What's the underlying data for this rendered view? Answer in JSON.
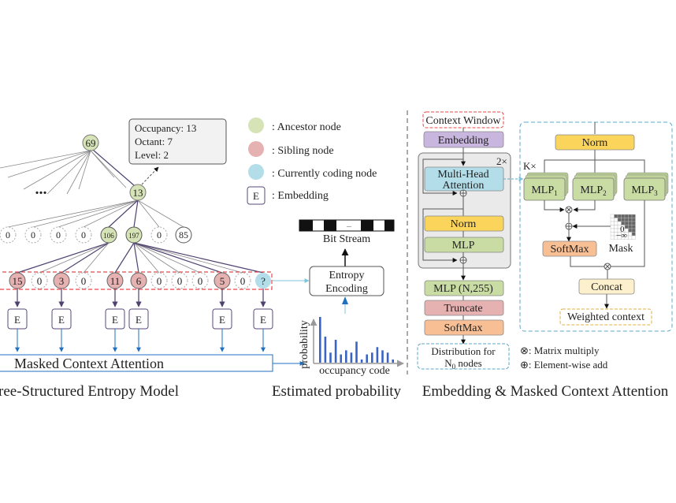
{
  "tree": {
    "root": "69",
    "ellipsis": "...",
    "level2_node": "13",
    "info_box": [
      "Occupancy: 13",
      "Octant: 7",
      "Level: 2"
    ],
    "level3_nodes": [
      {
        "label": "0",
        "type": "empty"
      },
      {
        "label": "0",
        "type": "empty"
      },
      {
        "label": "0",
        "type": "empty"
      },
      {
        "label": "0",
        "type": "empty"
      },
      {
        "label": "106",
        "type": "ancestor"
      },
      {
        "label": "197",
        "type": "ancestor"
      },
      {
        "label": "0",
        "type": "empty"
      },
      {
        "label": "85",
        "type": "plain"
      }
    ],
    "level4_nodes": [
      {
        "label": "15",
        "type": "sibling"
      },
      {
        "label": "0",
        "type": "empty"
      },
      {
        "label": "3",
        "type": "sibling"
      },
      {
        "label": "0",
        "type": "empty"
      },
      {
        "label": "11",
        "type": "sibling"
      },
      {
        "label": "6",
        "type": "sibling"
      },
      {
        "label": "0",
        "type": "empty"
      },
      {
        "label": "0",
        "type": "empty"
      },
      {
        "label": "0",
        "type": "empty"
      },
      {
        "label": "5",
        "type": "sibling"
      },
      {
        "label": "0",
        "type": "empty"
      },
      {
        "label": "?",
        "type": "current"
      }
    ],
    "embedding_label": "E",
    "attention_label": "Masked Context Attention",
    "caption": "ree-Structured Entropy Model"
  },
  "legend": {
    "items": [
      {
        "label": ": Ancestor node",
        "color": "#d5e3b6"
      },
      {
        "label": ": Sibling node",
        "color": "#e6b1b1"
      },
      {
        "label": ": Currently coding node",
        "color": "#b3dde9"
      },
      {
        "label": ": Embedding",
        "symbol": "E"
      }
    ]
  },
  "middle": {
    "bitstream_label": "Bit Stream",
    "bitstream_ellipsis": "...",
    "entropy_encoding": [
      "Entropy",
      "Encoding"
    ],
    "y_label": "probability",
    "x_label": "occupancy code",
    "caption": "Estimated probability"
  },
  "chart_data": {
    "type": "bar",
    "title": "",
    "xlabel": "occupancy code",
    "ylabel": "probability",
    "values": [
      1.0,
      0.57,
      0.22,
      0.5,
      0.18,
      0.27,
      0.22,
      0.46,
      0.07,
      0.18,
      0.22,
      0.34,
      0.27,
      0.22,
      0.07
    ],
    "ylim": [
      0,
      1.1
    ]
  },
  "transformer": {
    "context_window": "Context Window",
    "embedding": "Embedding",
    "repeat": "2×",
    "mha": [
      "Multi-Head",
      "Attention"
    ],
    "norm": "Norm",
    "mlp": "MLP",
    "mlp_out": "MLP (N,255)",
    "truncate": "Truncate",
    "softmax": "SoftMax",
    "distribution": [
      "Distribution for",
      "N",
      "0",
      " nodes"
    ],
    "colors": {
      "context": "#e8474a",
      "embedding": "#c9b6de",
      "mha": "#b3dde9",
      "norm": "#fbd45c",
      "mlp": "#c8dca3",
      "truncate": "#e6b1b1",
      "softmax": "#f8bf94",
      "dist": "#5aa9c9"
    }
  },
  "attention_detail": {
    "norm": "Norm",
    "k_repeat": "K×",
    "mlps": [
      {
        "base": "MLP",
        "sub": "1"
      },
      {
        "base": "MLP",
        "sub": "2"
      },
      {
        "base": "MLP",
        "sub": "3"
      }
    ],
    "mask_label": "Mask",
    "mask_inf": "−∞",
    "mask_zero": "0",
    "softmax": "SoftMax",
    "concat": "Concat",
    "output": "Weighted context",
    "notes": [
      "⊗: Matrix multiply",
      "⊕: Element-wise add"
    ]
  },
  "captions": {
    "right": "Embedding & Masked Context Attention"
  }
}
